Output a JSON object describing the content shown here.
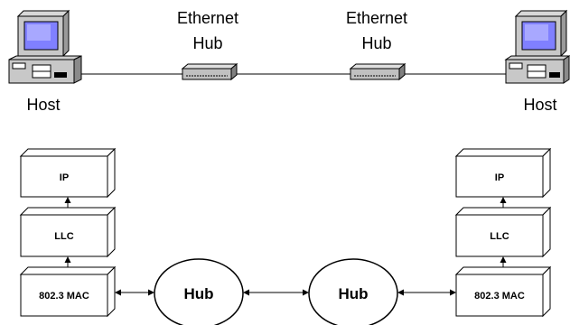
{
  "top": {
    "left_host_label": "Host",
    "right_host_label": "Host",
    "hub1_label_line1": "Ethernet",
    "hub1_label_line2": "Hub",
    "hub2_label_line1": "Ethernet",
    "hub2_label_line2": "Hub"
  },
  "stack_left": {
    "ip": "IP",
    "llc": "LLC",
    "mac": "802.3 MAC"
  },
  "stack_right": {
    "ip": "IP",
    "llc": "LLC",
    "mac": "802.3 MAC"
  },
  "hubs": {
    "hub1": "Hub",
    "hub2": "Hub"
  },
  "icons": {
    "host": "desktop-computer-icon",
    "hub": "ethernet-hub-icon"
  }
}
